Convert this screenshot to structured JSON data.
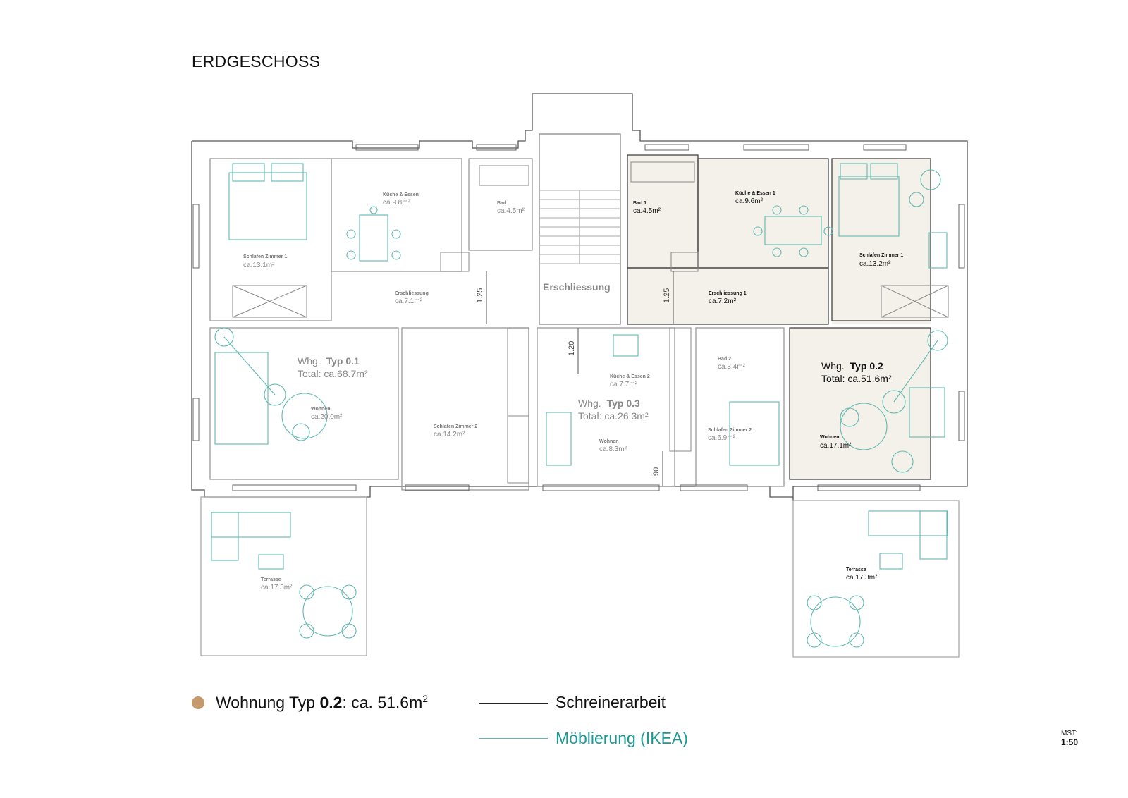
{
  "title": "ERDGESCHOSS",
  "colors": {
    "wall": "#555555",
    "light_wall": "#b8b8b8",
    "furniture": "#5fb8b0",
    "highlight_fill": "#f4f1ea",
    "unit_dot": "#c49a6c"
  },
  "plan": {
    "core_label": "Erschliessung",
    "dimensions": [
      "1.25",
      "1.25",
      "1.20",
      "90"
    ],
    "units": [
      {
        "name": "Whg.",
        "type": "Typ 0.1",
        "total": "Total: ca.68.7m²"
      },
      {
        "name": "Whg.",
        "type": "Typ 0.2",
        "total": "Total: ca.51.6m²"
      },
      {
        "name": "Whg.",
        "type": "Typ 0.3",
        "total": "Total: ca.26.3m²"
      }
    ],
    "rooms": [
      {
        "name": "Schlafen Zimmer 1",
        "area": "ca.13.1m²"
      },
      {
        "name": "Küche & Essen",
        "area": "ca.9.8m²"
      },
      {
        "name": "Bad",
        "area": "ca.4.5m²"
      },
      {
        "name": "Erschliessung",
        "area": "ca.7.1m²"
      },
      {
        "name": "Wohnen",
        "area": "ca.20.0m²"
      },
      {
        "name": "Schlafen Zimmer 2",
        "area": "ca.14.2m²"
      },
      {
        "name": "Terrasse",
        "area": "ca.17.3m²"
      },
      {
        "name": "Bad 1",
        "area": "ca.4.5m²"
      },
      {
        "name": "Küche & Essen 1",
        "area": "ca.9.6m²"
      },
      {
        "name": "Schlafen Zimmer 1",
        "area": "ca.13.2m²"
      },
      {
        "name": "Erschliessung 1",
        "area": "ca.7.2m²"
      },
      {
        "name": "Wohnen",
        "area": "ca.17.1m²"
      },
      {
        "name": "Terrasse",
        "area": "ca.17.3m²"
      },
      {
        "name": "Küche & Essen 2",
        "area": "ca.7.7m²"
      },
      {
        "name": "Wohnen",
        "area": "ca.8.3m²"
      },
      {
        "name": "Bad 2",
        "area": "ca.3.4m²"
      },
      {
        "name": "Schlafen Zimmer 2",
        "area": "ca.6.9m²"
      }
    ]
  },
  "legend": {
    "unit_prefix": "Wohnung Typ ",
    "unit_type": "0.2",
    "unit_suffix": ": ca. 51.6m",
    "unit_sup": "2",
    "line1": "Schreinerarbeit",
    "line2": "Möblierung (IKEA)"
  },
  "scale": {
    "label": "MST:",
    "value": "1:50"
  }
}
